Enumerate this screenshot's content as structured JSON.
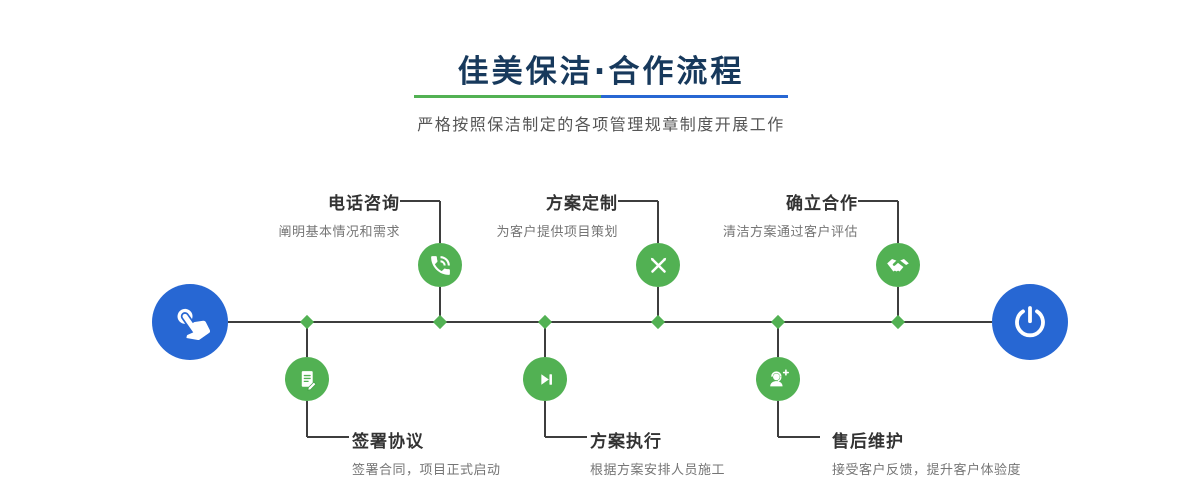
{
  "header": {
    "title": "佳美保洁·合作流程",
    "subtitle": "严格按照保洁制定的各项管理规章制度开展工作"
  },
  "colors": {
    "green": "#52b153",
    "blue": "#2767d3",
    "navy": "#17395c",
    "line": "#3e3e3e"
  },
  "timeline": {
    "start_icon": "pointing-hand-icon",
    "end_icon": "power-icon"
  },
  "steps": {
    "top": [
      {
        "title": "电话咨询",
        "desc": "阐明基本情况和需求",
        "icon": "phone-icon"
      },
      {
        "title": "方案定制",
        "desc": "为客户提供项目策划",
        "icon": "design-pen-icon"
      },
      {
        "title": "确立合作",
        "desc": "清洁方案通过客户评估",
        "icon": "handshake-icon"
      }
    ],
    "bottom": [
      {
        "title": "签署协议",
        "desc": "签署合同，项目正式启动",
        "icon": "contract-icon"
      },
      {
        "title": "方案执行",
        "desc": "根据方案安排人员施工",
        "icon": "play-next-icon"
      },
      {
        "title": "售后维护",
        "desc": "接受客户反馈，提升客户体验度",
        "icon": "headset-plus-icon"
      }
    ]
  }
}
